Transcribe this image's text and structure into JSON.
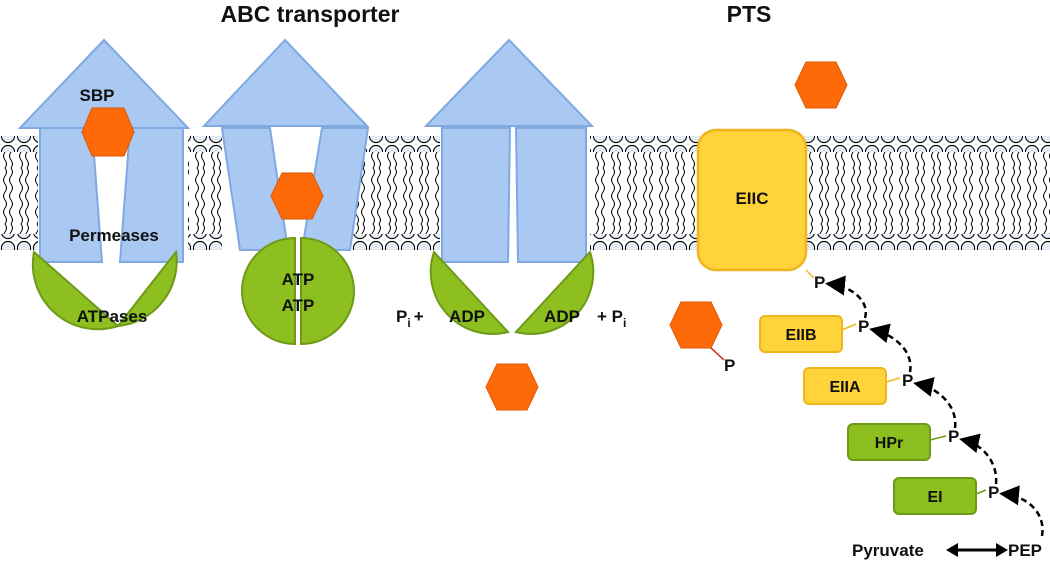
{
  "titles": {
    "abc": "ABC transporter",
    "pts": "PTS"
  },
  "abc_labels": {
    "sbp": "SBP",
    "permeases": "Permeases",
    "atpases": "ATPases",
    "atp_top": "ATP",
    "atp_bottom": "ATP",
    "pi_left": "P",
    "pi_left_sub": "i",
    "pi_left_plus": "+",
    "adp_left": "ADP",
    "adp_right": "ADP",
    "pi_right_plus": "+ P",
    "pi_right_sub": "i"
  },
  "pts_labels": {
    "eiic": "EIIC",
    "eiib": "EIIB",
    "eiia": "EIIA",
    "hpr": "HPr",
    "ei": "EI",
    "p": "P",
    "pyruvate": "Pyruvate",
    "pep": "PEP"
  },
  "colors": {
    "protein_blue": "#a9c9f3",
    "protein_blue_stroke": "#7fa9e0",
    "atpase_green": "#8cbf1f",
    "atpase_green_stroke": "#6e9a18",
    "pts_yellow": "#ffd43b",
    "pts_yellow_stroke": "#f0b51c",
    "substrate_orange": "#ff6a08",
    "membrane_head_fill": "#e6ecf6",
    "membrane_stroke": "#000000"
  }
}
